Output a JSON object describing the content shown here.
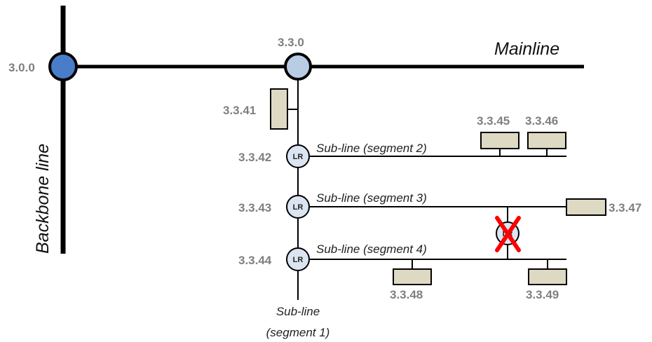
{
  "labels": {
    "mainline": "Mainline",
    "backbone": "Backbone line",
    "area_coupler": "3.0.0",
    "line_coupler": "3.3.0",
    "lr_symbol": "LR",
    "sub_seg1_a": "Sub-line",
    "sub_seg1_b": "(segment 1)",
    "sub_seg2": "Sub-line (segment 2)",
    "sub_seg3": "Sub-line (segment 3)",
    "sub_seg4": "Sub-line (segment 4)"
  },
  "devices": {
    "d41": "3.3.41",
    "d42": "3.3.42",
    "d43": "3.3.43",
    "d44": "3.3.44",
    "d45": "3.3.45",
    "d46": "3.3.46",
    "d47": "3.3.47",
    "d48": "3.3.48",
    "d49": "3.3.49"
  },
  "colors": {
    "area_coupler_fill": "#4a7dc9",
    "line_coupler_fill": "#b8cce4",
    "lr_fill": "#dbe5f1",
    "device_fill": "#ddd9c3",
    "cross": "#ff0000",
    "address_text": "#7f7f7f"
  }
}
